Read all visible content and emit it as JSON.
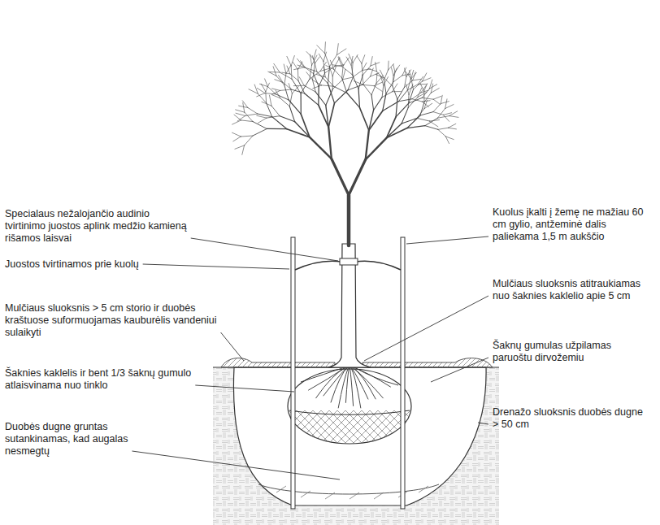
{
  "diagram": {
    "labels": [
      "Specialaus nežalojančio audinio tvirtinimo juostos aplink medžio kamieną rišamos laisvai",
      "Juostos tvirtinamos prie kuolų",
      "Mulčiaus sluoksnis > 5 cm storio ir duobės kraštuose suformuojamas kauburėlis vandeniui sulaikyti",
      "Šaknies kaklelis ir bent 1/3 šaknų gumulo atlaisvinama nuo tinklo",
      "Duobės dugne gruntas sutankinamas, kad augalas nesmegtų",
      "Kuolus įkalti į žemę ne mažiau 60 cm gylio, antžeminė dalis paliekama 1,5 m aukščio",
      "Mulčiaus sluoksnis atitraukiamas nuo šaknies kaklelio apie 5 cm",
      "Šaknų gumulas užpilamas paruoštu dirvožemiu",
      "Drenažo sluoksnis duobės dugne > 50 cm"
    ]
  }
}
